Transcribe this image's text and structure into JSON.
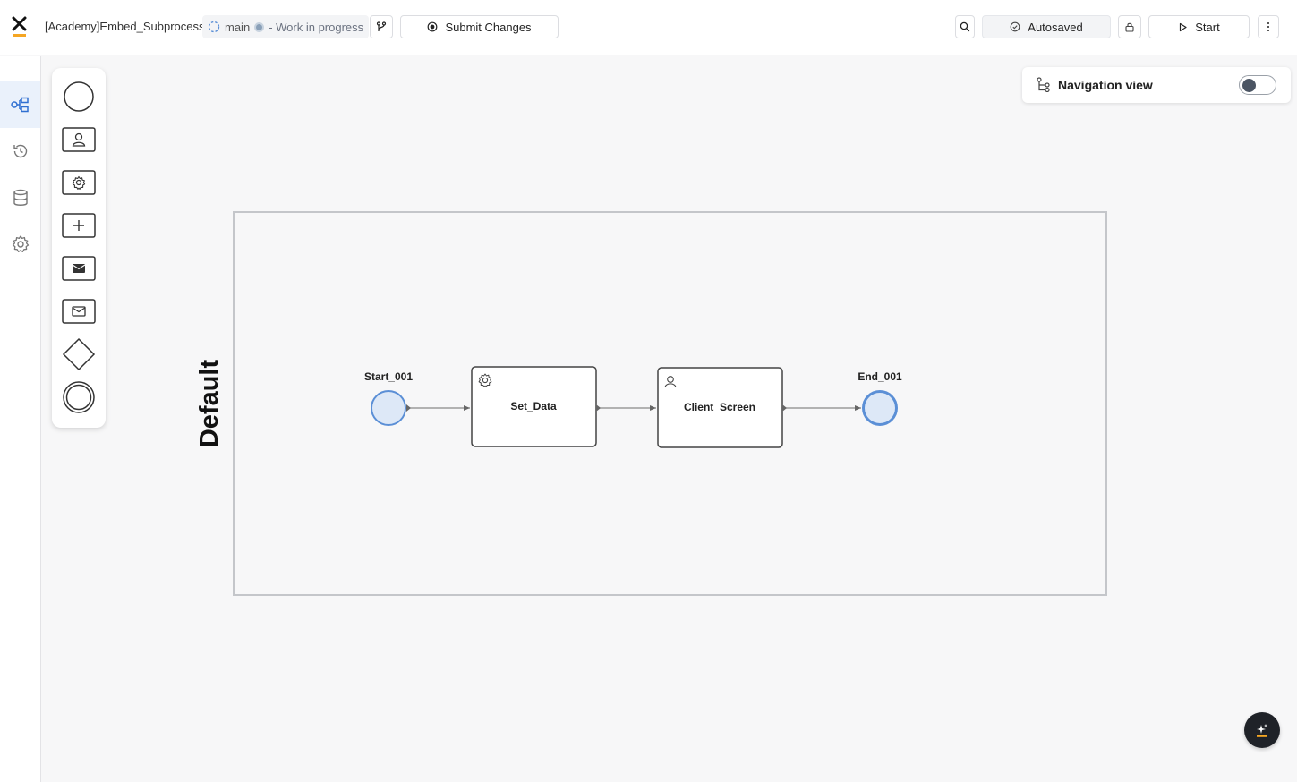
{
  "header": {
    "process_name": "[Academy]Embed_Subprocess",
    "branch": "main",
    "status": "- Work in progress",
    "submit_label": "Submit Changes",
    "autosave_label": "Autosaved",
    "start_label": "Start"
  },
  "nav_panel": {
    "label": "Navigation view",
    "toggle_on": false
  },
  "diagram": {
    "swimlane_label": "Default",
    "start_event_label": "Start_001",
    "task1_label": "Set_Data",
    "task2_label": "Client_Screen",
    "end_event_label": "End_001"
  },
  "colors": {
    "accent": "#5b8fd6",
    "event_fill": "#dde8f7",
    "brand_orange": "#f5a623"
  },
  "icons": {
    "rail": [
      "process-icon",
      "history-icon",
      "database-icon",
      "settings-icon"
    ],
    "palette": [
      "start-event-icon",
      "user-task-icon",
      "service-task-icon",
      "subprocess-icon",
      "send-message-icon",
      "receive-message-icon",
      "gateway-icon",
      "end-event-icon"
    ]
  }
}
